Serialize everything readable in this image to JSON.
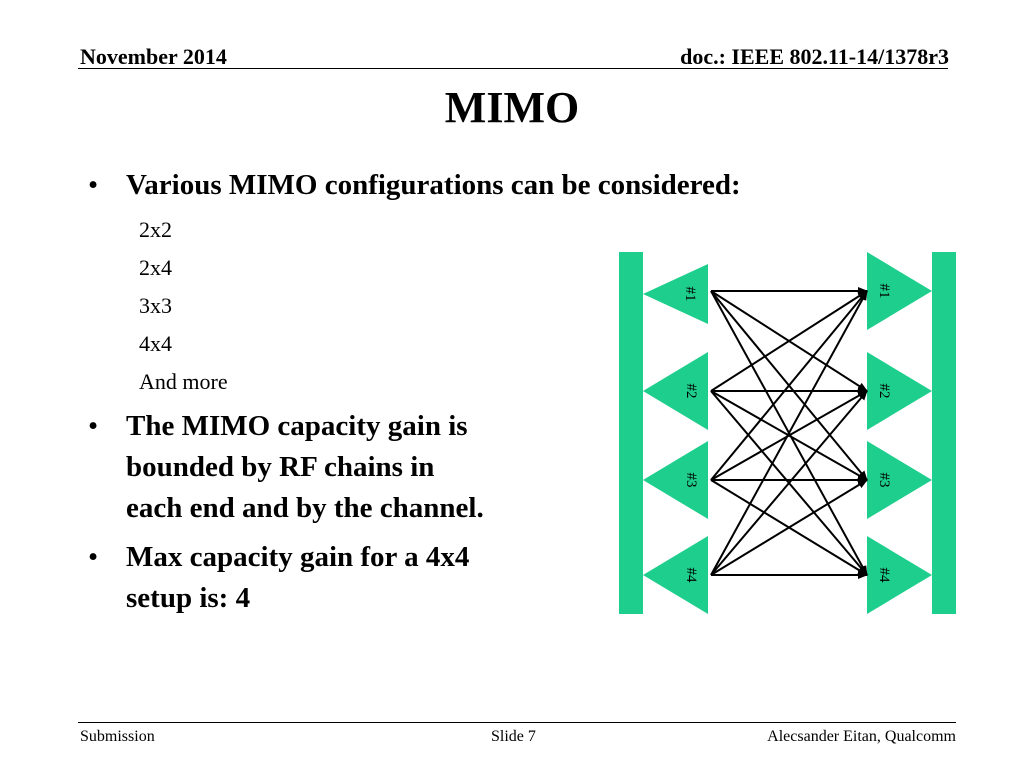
{
  "header": {
    "date": "November 2014",
    "doc": "doc.: IEEE 802.11-14/1378r3"
  },
  "title": "MIMO",
  "bullets": {
    "b1": "Various MIMO configurations can be considered:",
    "sub_items": [
      "2x2",
      "2x4",
      "3x3",
      "4x4",
      "And more"
    ],
    "b2": [
      "The MIMO capacity gain is",
      "bounded by RF chains in",
      "each end and by the channel."
    ],
    "b3": [
      "Max capacity gain for a 4x4",
      "setup is: 4"
    ]
  },
  "diagram": {
    "tx_labels": [
      "#1",
      "#2",
      "#3",
      "#4"
    ],
    "rx_labels": [
      "#1",
      "#2",
      "#3",
      "#4"
    ],
    "accent_color": "#1ece8c"
  },
  "footer": {
    "left": "Submission",
    "center": "Slide 7",
    "right": "Alecsander Eitan, Qualcomm"
  }
}
